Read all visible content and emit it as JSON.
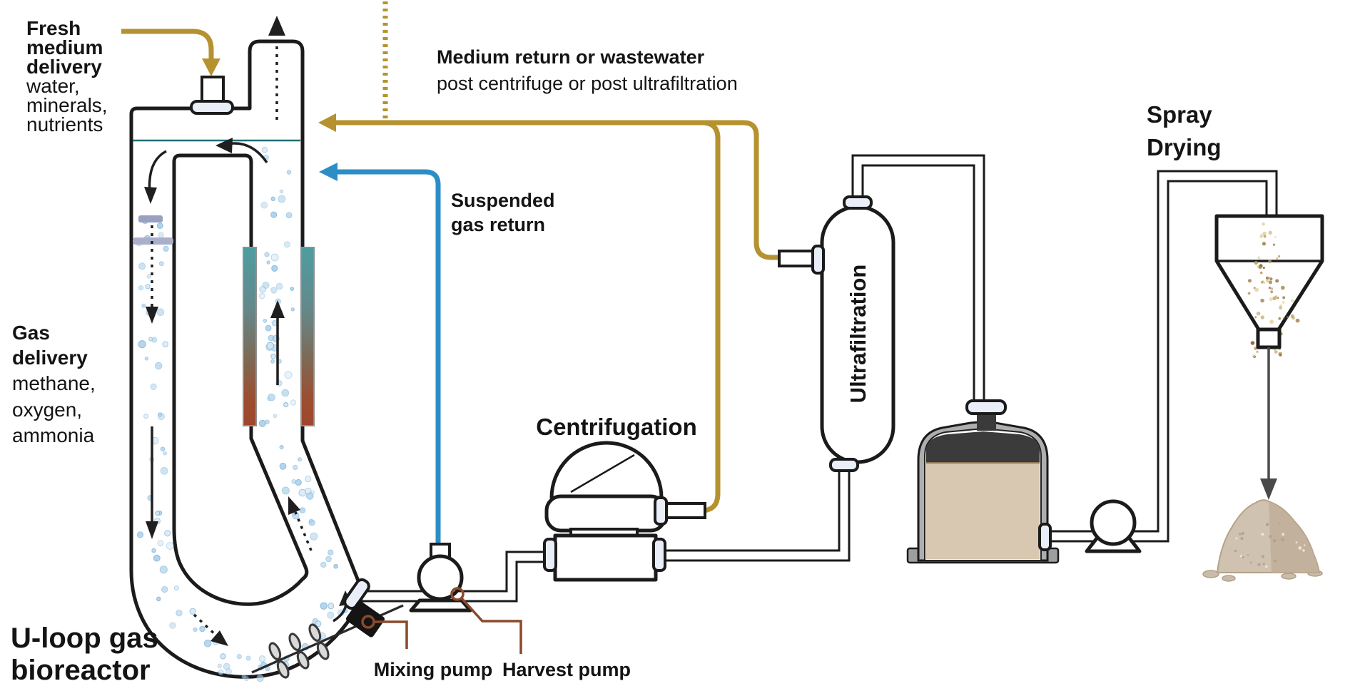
{
  "labels": {
    "fresh_medium_delivery": {
      "bold_lines": [
        "Fresh",
        "medium",
        "delivery"
      ],
      "sub_lines": [
        "water,",
        "minerals,",
        "nutrients"
      ]
    },
    "gas_delivery": {
      "bold_lines": [
        "Gas",
        "delivery"
      ],
      "sub_lines": [
        "methane,",
        "oxygen,",
        "ammonia"
      ]
    },
    "medium_return": {
      "title": "Medium return or wastewater",
      "subtitle": "post centrifuge or post ultrafiltration"
    },
    "suspended_gas_return": {
      "lines": [
        "Suspended",
        "gas return"
      ]
    },
    "centrifugation": "Centrifugation",
    "ultrafiltration": "Ultrafiltration",
    "spray_drying": {
      "lines": [
        "Spray",
        "Drying"
      ]
    },
    "u_loop_bioreactor": {
      "lines": [
        "U-loop gas",
        "bioreactor"
      ]
    },
    "mixing_pump": "Mixing pump",
    "harvest_pump": "Harvest pump"
  },
  "colors": {
    "gold": "#b5922f",
    "blue": "#2d8ec6",
    "brown": "#8a4a2b",
    "water_line": "#1e6f75",
    "outline": "#1b1b1b",
    "bubble": "#aed2ea",
    "bubble_edge": "#86b7da",
    "bubble_light": "#d2e7f5",
    "heat_exchanger_top": "#4e9da1",
    "heat_exchanger_mid": "#7d6a55",
    "heat_exchanger_bottom": "#a0452b",
    "sparger": "#9aa0c0",
    "sparger_light": "#aab0cc",
    "tank_shell": "#aeaeae",
    "tank_headspace": "#3b3b3b",
    "tank_liquid": "#d8c8b2",
    "powder": "#cfc2b1",
    "powder_shade": "#c0ae99",
    "particle_browns": [
      "#8a6a3c",
      "#a5854e",
      "#c3a469",
      "#e0cfa0"
    ]
  }
}
